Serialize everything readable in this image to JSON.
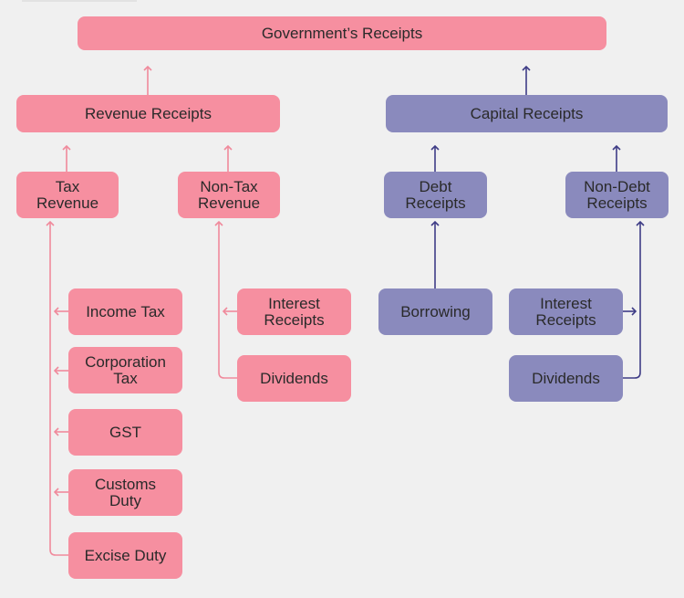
{
  "colors": {
    "pink": "#f68fa0",
    "pink_line": "#f08a9c",
    "purple": "#8a8abd",
    "purple_line": "#3e3c86",
    "background": "#f0f0f0"
  },
  "root": {
    "label": "Government’s Receipts"
  },
  "revenue": {
    "label": "Revenue Receipts",
    "tax": {
      "label": "Tax\nRevenue",
      "items": [
        "Income Tax",
        "Corporation\nTax",
        "GST",
        "Customs\nDuty",
        "Excise Duty"
      ]
    },
    "non_tax": {
      "label": "Non-Tax\nRevenue",
      "items": [
        "Interest\nReceipts",
        "Dividends"
      ]
    }
  },
  "capital": {
    "label": "Capital Receipts",
    "debt": {
      "label": "Debt\nReceipts",
      "items": [
        "Borrowing"
      ]
    },
    "non_debt": {
      "label": "Non-Debt\nReceipts",
      "items": [
        "Interest\nReceipts",
        "Dividends"
      ]
    }
  }
}
